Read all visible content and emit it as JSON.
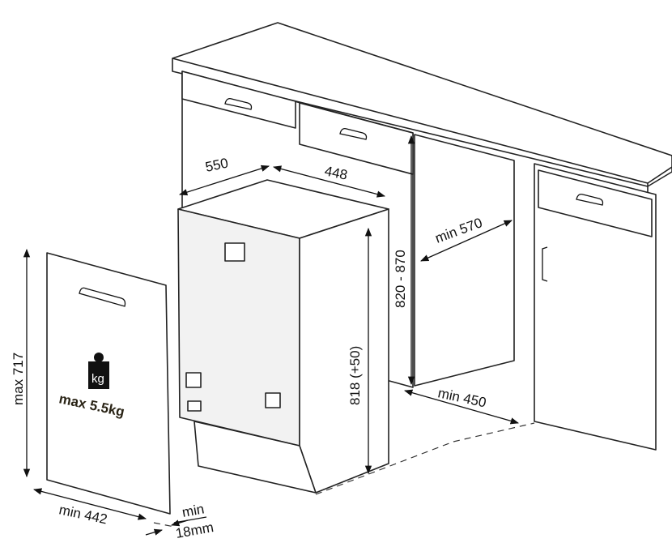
{
  "dimensions": {
    "depth": "550",
    "width": "448",
    "niche_depth": "min 570",
    "niche_height": "820 - 870",
    "appliance_height": "818 (+50)",
    "niche_width": "min 450",
    "door_height": "max 717",
    "door_width": "min 442",
    "door_thickness_min": "min",
    "door_thickness_value": "18mm"
  },
  "weight": {
    "icon": "kg-weight-icon",
    "icon_label": "kg",
    "label": "max 5.5kg"
  }
}
